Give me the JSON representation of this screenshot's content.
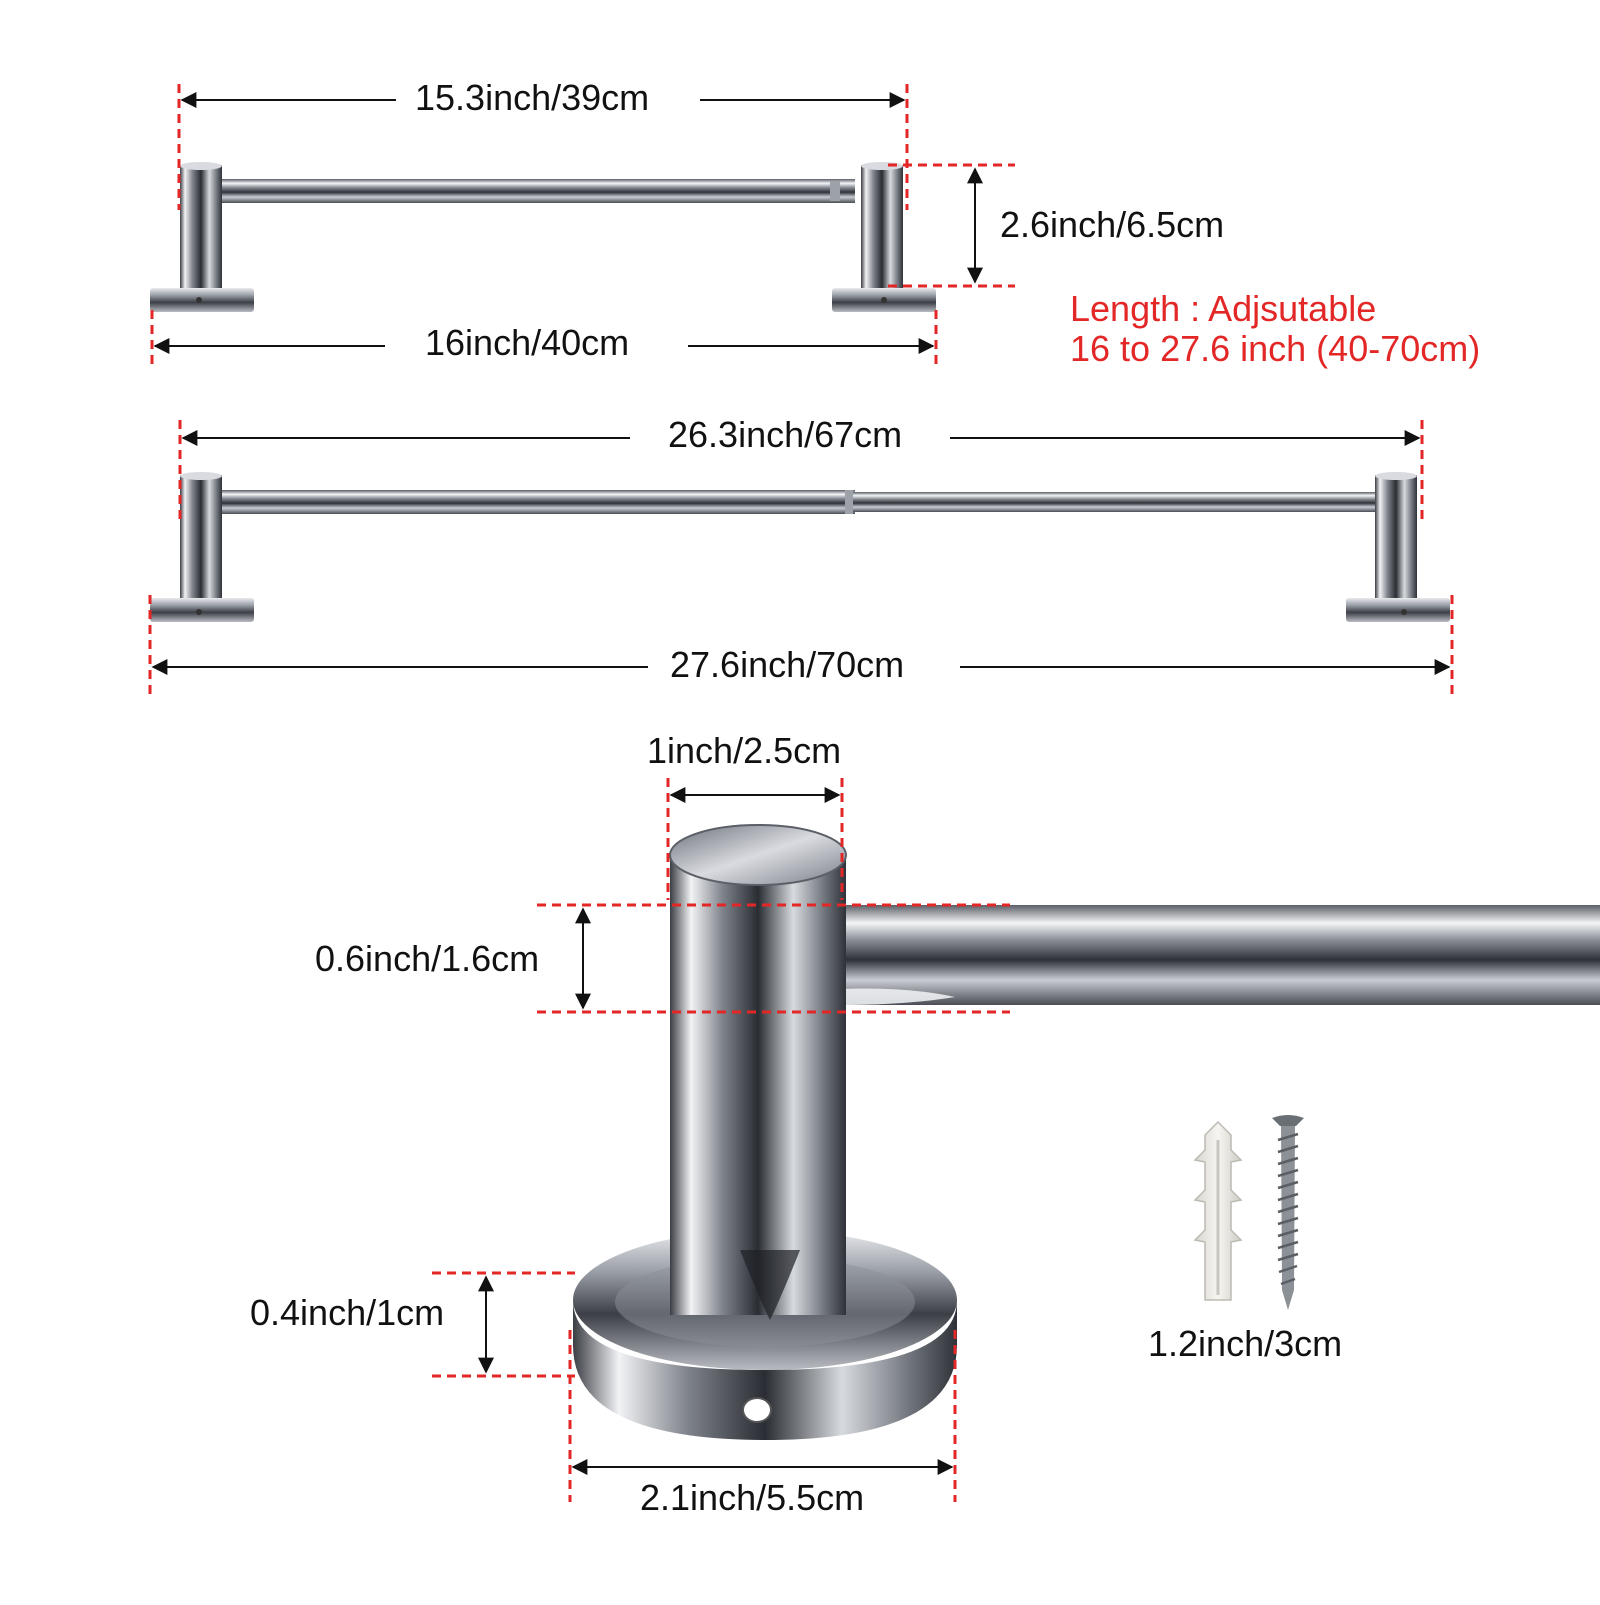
{
  "dimensions": {
    "short_bar_width": "15.3inch/39cm",
    "short_total_width": "16inch/40cm",
    "projection": "2.6inch/6.5cm",
    "long_bar_width": "26.3inch/67cm",
    "long_total_width": "27.6inch/70cm",
    "post_diameter": "1inch/2.5cm",
    "rod_diameter": "0.6inch/1.6cm",
    "base_thickness": "0.4inch/1cm",
    "base_diameter": "2.1inch/5.5cm",
    "screw_length": "1.2inch/3cm"
  },
  "note": {
    "line1": "Length : Adjsutable",
    "line2": "16 to 27.6 inch (40-70cm)"
  },
  "colors": {
    "dim_line": "#e32626",
    "arrow": "#111111",
    "note_text": "#e32626",
    "chrome_dark": "#5a5e66",
    "chrome_light": "#f4f5f7"
  }
}
